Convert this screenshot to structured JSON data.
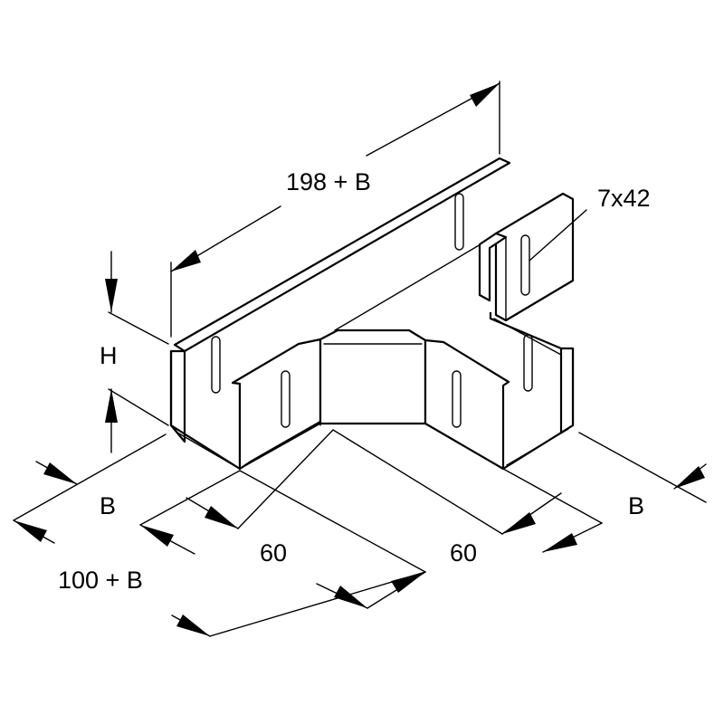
{
  "labels": {
    "overall_length": "198 + B",
    "slot_size": "7x42",
    "height": "H",
    "width_left": "B",
    "width_right": "B",
    "arm_left": "60",
    "arm_right": "60",
    "depth": "100 + B"
  },
  "colors": {
    "line": "#000000",
    "background": "#ffffff"
  }
}
